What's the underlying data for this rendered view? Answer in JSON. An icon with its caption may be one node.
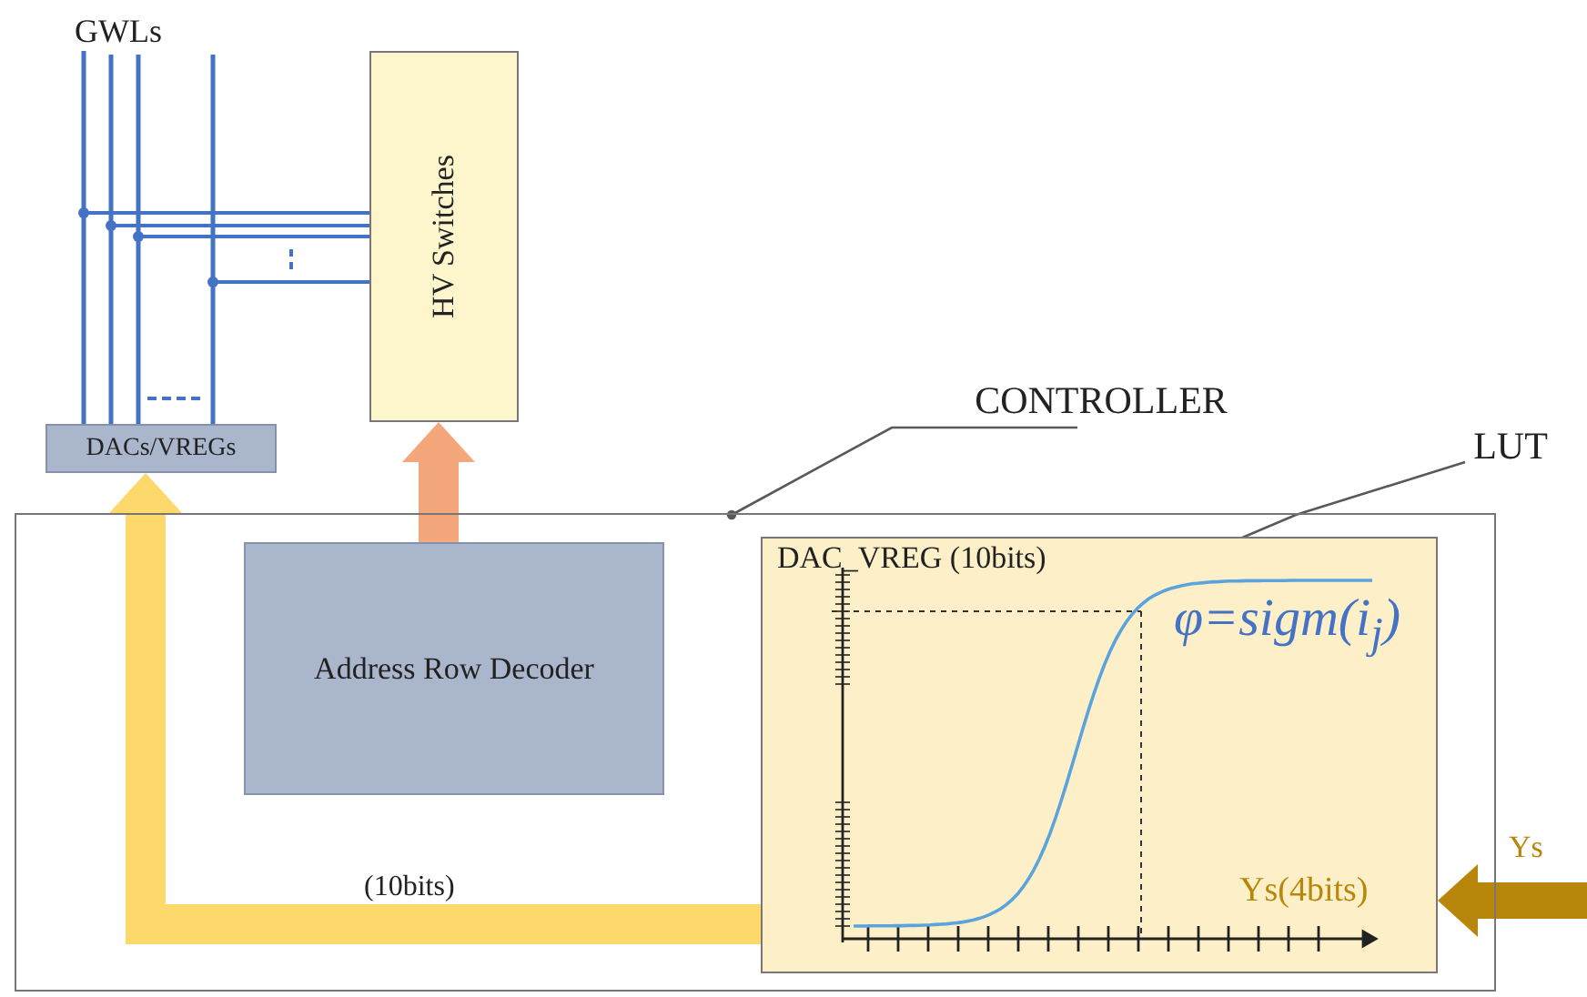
{
  "diagram": {
    "nodes": [
      {
        "text": [
          "GWLs"
        ]
      },
      {
        "text": [
          "HV Switches"
        ]
      },
      {
        "text": [
          "DACs/VREGs"
        ]
      },
      {
        "text": [
          "CONTROLLER"
        ]
      },
      {
        "text": [],
        "shape": "box"
      },
      {
        "text": [
          "Address Row  Decoder"
        ],
        "in": 4
      },
      {
        "text": [
          "LUT"
        ]
      },
      {
        "text": [
          "DAC_VREG (10bits)",
          "φ=sigm(i$_{j}$)",
          "Ys(4bits)"
        ],
        "in": 4
      }
    ],
    "edges": [
      {
        "from": 2,
        "to": 0,
        "arrow": "none",
        "color": "#4472c4"
      },
      {
        "from": 1,
        "to": 2,
        "arrow": "none",
        "color": "#4472c4"
      },
      {
        "from": 3,
        "to": 4,
        "arrow": "other",
        "color": "#595959"
      },
      {
        "from": 6,
        "to": 7,
        "arrow": "other",
        "color": "#595959"
      },
      {
        "from": 5,
        "to": 1,
        "arrow": "to",
        "style": "thick",
        "color": "#f4a77a"
      },
      {
        "from": 7,
        "to": 2,
        "arrow": "to",
        "style": "thick",
        "color": "#fdd86b",
        "label": "(10bits)"
      },
      {
        "from": null,
        "to": 7,
        "arrow": "to",
        "style": "thick",
        "color": "#b8860b",
        "label": "Ys"
      }
    ]
  }
}
